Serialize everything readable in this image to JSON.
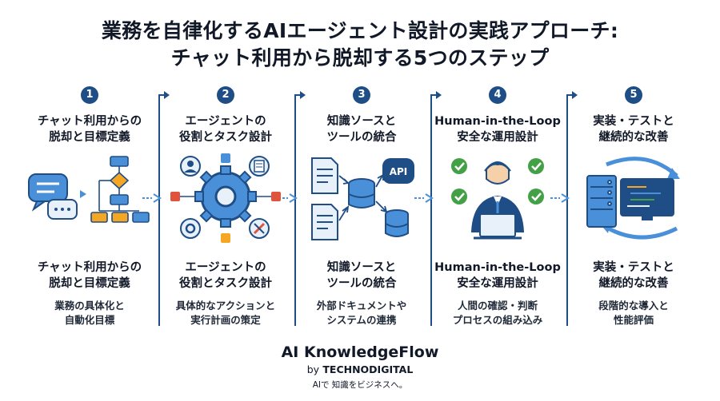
{
  "title": {
    "line1": "業務を自律化するAIエージェント設計の実践アプローチ:",
    "line2": "チャット利用から脱却する5つのステップ"
  },
  "steps": [
    {
      "number": "1",
      "heading": "チャット利用からの\n脱却と目標定義",
      "heading2": "チャット利用からの\n脱却と目標定義",
      "description": "業務の具体化と\n自動化目標"
    },
    {
      "number": "2",
      "heading": "エージェントの\n役割とタスク設計",
      "heading2": "エージェントの\n役割とタスク設計",
      "description": "具体的なアクションと\n実行計画の策定"
    },
    {
      "number": "3",
      "heading": "知識ソースと\nツールの統合",
      "heading2": "知識ソースと\nツールの統合",
      "description": "外部ドキュメントや\nシステムの連携",
      "api_label": "API"
    },
    {
      "number": "4",
      "heading": "Human-in-the-Loop\n安全な運用設計",
      "heading2": "Human-in-the-Loop\n安全な運用設計",
      "description": "人間の確認・判断\nプロセスの組み込み"
    },
    {
      "number": "5",
      "heading": "実装・テストと\n継続的な改善",
      "heading2": "実装・テストと\n継続的な改善",
      "description": "段階的な導入と\n性能評価"
    }
  ],
  "footer": {
    "brand": "AI KnowledgeFlow",
    "by_prefix": "by",
    "by_company": "TECHNODIGITAL",
    "tagline": "AIで 知識をビジネスへ。"
  },
  "colors": {
    "primary": "#1f4e87",
    "light_blue": "#4a90d9",
    "orange": "#f5a623",
    "red": "#e0533d",
    "green": "#43a047",
    "panel": "#e8f0fa"
  },
  "icons": [
    "chat-bubble-icon",
    "flowchart-icon",
    "gear-icon",
    "user-icon",
    "document-icon",
    "settings-icon",
    "tools-icon",
    "database-icon",
    "api-cloud-icon",
    "person-laptop-icon",
    "checkmark-icon",
    "server-icon",
    "code-monitor-icon",
    "refresh-arrows-icon"
  ]
}
